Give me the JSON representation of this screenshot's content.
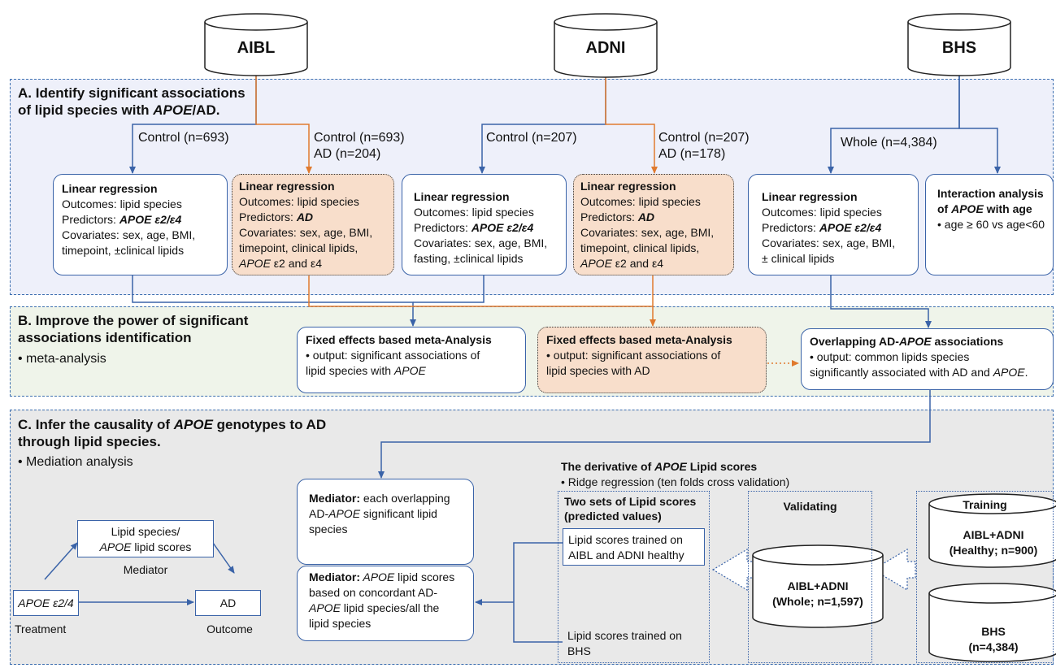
{
  "databases": {
    "aibl": "AIBL",
    "adni": "ADNI",
    "bhs": "BHS"
  },
  "panelA": {
    "title_line1": "A. Identify significant associations",
    "title_line2a": "of lipid species with ",
    "title_apoe": "APOE",
    "title_line2b": "/AD.",
    "aibl_control_label": "Control (n=693)",
    "aibl_ad_label_1": "Control (n=693)",
    "aibl_ad_label_2": "AD (n=204)",
    "adni_control_label": "Control (n=207)",
    "adni_ad_label_1": "Control (n=207)",
    "adni_ad_label_2": "AD (n=178)",
    "bhs_label": "Whole  (n=4,384)",
    "box1": {
      "title": "Linear regression",
      "outcomes": "Outcomes: lipid species",
      "pred_prefix": "Predictors: ",
      "pred_value": "APOE ε2/ε4",
      "cov1": "Covariates: sex, age, BMI,",
      "cov2": "timepoint, ±clinical lipids"
    },
    "box2": {
      "title": "Linear regression",
      "outcomes": "Outcomes: lipid species",
      "pred_prefix": "Predictors: ",
      "pred_value": "AD",
      "cov1": "Covariates: sex, age, BMI,",
      "cov2": "timepoint, clinical lipids,",
      "cov3_apoe": "APOE",
      "cov3_rest": " ε2 and ε4"
    },
    "box3": {
      "title": "Linear regression",
      "outcomes": "Outcomes: lipid species",
      "pred_prefix": "Predictors: ",
      "pred_value": "APOE ε2/ε4",
      "cov1": "Covariates: sex, age, BMI,",
      "cov2": "fasting, ±clinical lipids"
    },
    "box4": {
      "title": "Linear regression",
      "outcomes": "Outcomes: lipid species",
      "pred_prefix": "Predictors: ",
      "pred_value": "AD",
      "cov1": "Covariates: sex, age, BMI,",
      "cov2": "timepoint, clinical lipids,",
      "cov3_apoe": "APOE",
      "cov3_rest": " ε2 and ε4"
    },
    "box5": {
      "title": "Linear regression",
      "outcomes": "Outcomes: lipid species",
      "pred_prefix": "Predictors: ",
      "pred_value": "APOE ε2/ε4",
      "cov1": "Covariates: sex, age, BMI,",
      "cov2": "± clinical lipids"
    },
    "box6": {
      "title1": "Interaction analysis",
      "title2_of": "of ",
      "title2_apoe": "APOE",
      "title2_rest": " with age",
      "bullet": "• age ≥ 60 vs age<60"
    }
  },
  "panelB": {
    "title_line1": "B. Improve the power of significant",
    "title_line2": "associations identification",
    "bullet": "• meta-analysis",
    "meta1": {
      "title": "Fixed effects based meta-Analysis",
      "line1": "• output: significant associations of",
      "line2a": "lipid species with ",
      "line2_apoe": "APOE"
    },
    "meta2": {
      "title": "Fixed effects based meta-Analysis",
      "line1": "• output: significant associations of",
      "line2": "lipid species with AD"
    },
    "overlap": {
      "title_a": "Overlapping AD-",
      "title_apoe": "APOE",
      "title_b": " associations",
      "line1": "• output: common lipids species",
      "line2a": "significantly associated with AD and ",
      "line2_apoe": "APOE",
      "line2b": "."
    }
  },
  "panelC": {
    "title_line1a": "C. Infer the causality of  ",
    "title_apoe": "APOE",
    "title_line1b": " genotypes to AD",
    "title_line2": "through lipid species.",
    "bullet": "• Mediation analysis",
    "med_box_1": "Lipid species/",
    "med_box_2_apoe": "APOE",
    "med_box_2_rest": " lipid scores",
    "mediator_label": "Mediator",
    "treat_box": "APOE ε2/4",
    "treat_label": "Treatment",
    "ad_box": "AD",
    "outcome_label": "Outcome",
    "mediator1": {
      "h": "Mediator:",
      "l1": " each overlapping",
      "l2a": "AD-",
      "l2_apoe": "APOE",
      "l2b": " significant lipid",
      "l3": "species"
    },
    "mediator2": {
      "h": "Mediator:",
      "l1_apoe": " APOE",
      "l1b": " lipid scores",
      "l2": "based on concordant AD-",
      "l3_apoe": "APOE",
      "l3b": " lipid species/all the",
      "l4": "lipid species"
    },
    "derivative_title_a": "The derivative of ",
    "derivative_apoe": "APOE",
    "derivative_title_b": " Lipid scores",
    "derivative_bullet": "• Ridge regression (ten folds cross validation)",
    "two_sets_1": "Two sets of Lipid scores",
    "two_sets_2": "(predicted values)",
    "ls1_1": "Lipid scores trained on",
    "ls1_2": "AIBL and ADNI healthy",
    "ls2_1": "Lipid scores trained on",
    "ls2_2": "BHS",
    "validating": "Validating",
    "val_db_1": "AIBL+ADNI",
    "val_db_2": "(Whole; n=1,597)",
    "training": "Training",
    "tr_db1_1": "AIBL+ADNI",
    "tr_db1_2": "(Healthy; n=900)",
    "tr_db2_1": "BHS",
    "tr_db2_2": "(n=4,384)"
  },
  "colors": {
    "blue_line": "#3a63a8",
    "orange_line": "#e07a2e",
    "orange_fill": "#f8decb",
    "panelA_bg": "#eef0fa",
    "panelB_bg": "#eff4ea",
    "panelC_bg": "#e9e9e9"
  }
}
